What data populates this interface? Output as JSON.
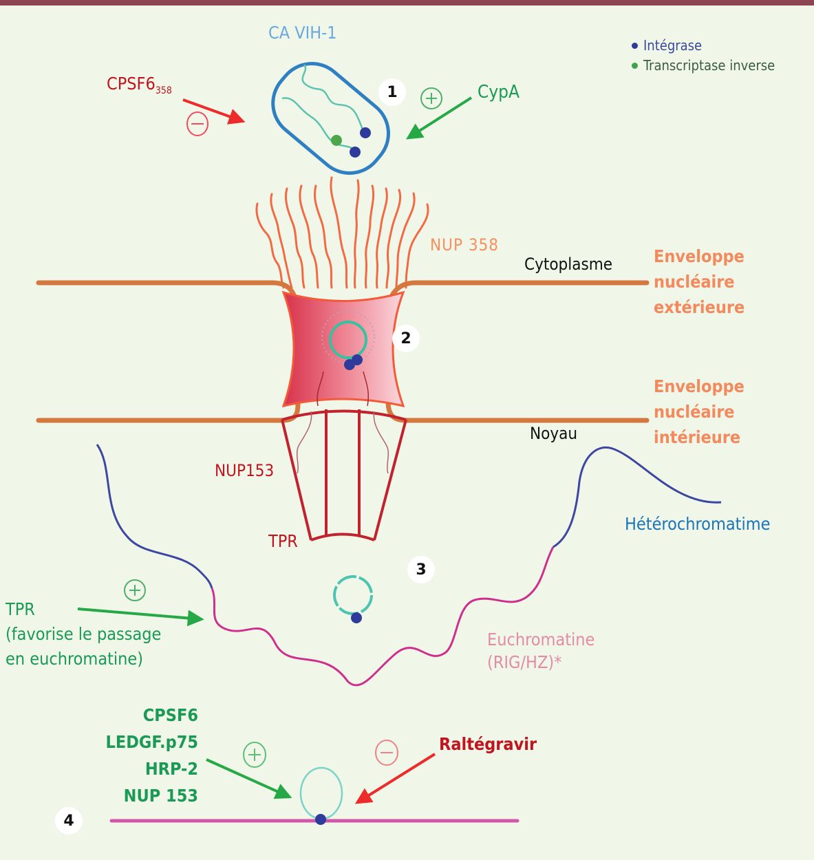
{
  "header_bar_color": "#8e4552",
  "legend": [
    {
      "label": "Intégrase",
      "color": "#2e3b9b",
      "text_color": "#3c4a9a"
    },
    {
      "label": "Transcriptase inverse",
      "color": "#3fa34d",
      "text_color": "#3d5a45"
    }
  ],
  "steps": {
    "step1": "1",
    "step2": "2",
    "step3": "3",
    "step4": "4"
  },
  "step1": {
    "capsid_label": "CA VIH-1",
    "inhibitor": {
      "label": "CPSF6",
      "subscript": "358",
      "sign": "−",
      "effect": "inhibits"
    },
    "activator": {
      "label": "CypA",
      "sign": "+",
      "effect": "promotes"
    }
  },
  "step2": {
    "nup358_label": "NUP 358",
    "cytoplasm_label": "Cytoplasme",
    "nucleus_label": "Noyau",
    "outer_envelope": [
      "Enveloppe",
      "nucléaire",
      "extérieure"
    ],
    "inner_envelope": [
      "Enveloppe",
      "nucléaire",
      "intérieure"
    ],
    "nup153_label": "NUP153",
    "tpr_basket_label": "TPR"
  },
  "step3": {
    "heterochromatin_label": "Hétérochromatime",
    "euchromatin_label": [
      "Euchromatine",
      "(RIG/HZ)*"
    ],
    "tpr_factor": {
      "lines": [
        "TPR",
        "(favorise le passage",
        "en euchromatine)"
      ],
      "sign": "+"
    }
  },
  "step4": {
    "activators": [
      "CPSF6",
      "LEDGF.p75",
      "HRP-2",
      "NUP 153"
    ],
    "activator_sign": "+",
    "inhibitor": "Raltégravir",
    "inhibitor_sign": "−"
  },
  "colors": {
    "background": "#f0f6e8",
    "capsid": "#2f80c3",
    "rna": "#5cc3b0",
    "integrase": "#2e3b9b",
    "reverse_transcriptase": "#4ea54a",
    "envelope": "#d5783f",
    "nup358": "#f26a44",
    "pore": "#e24a5e",
    "basket": "#c0222e",
    "heterochromatin": "#3d46a0",
    "euchromatin": "#cf2f8c",
    "activator": "#1a9a55",
    "inhibitor": "#e62a2a",
    "inhibitor_text": "#c0141e",
    "envelope_text": "#f38a5e",
    "euchromatin_text": "#e38ca6",
    "heterochromatin_text": "#1b74b8"
  }
}
